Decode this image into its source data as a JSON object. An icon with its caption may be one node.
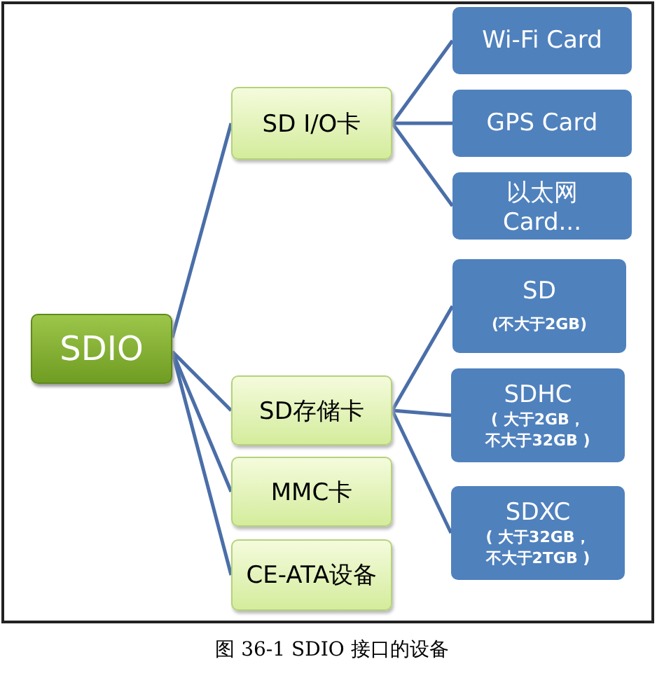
{
  "diagram": {
    "caption": "图 36-1 SDIO 接口的设备",
    "nodes": [
      {
        "text": [
          "SDIO"
        ]
      },
      {
        "text": [
          "SD I/O卡"
        ]
      },
      {
        "text": [
          "Wi-Fi Card"
        ]
      },
      {
        "text": [
          "GPS Card"
        ]
      },
      {
        "text": [
          "以太网 Card..."
        ]
      },
      {
        "text": [
          "SD存储卡"
        ]
      },
      {
        "text": [
          "SD",
          "(不大于2GB)"
        ]
      },
      {
        "text": [
          "SDHC",
          "( 大于2GB，不大于32GB )"
        ]
      },
      {
        "text": [
          "SDXC",
          "( 大于32GB，不大于2TGB )"
        ]
      },
      {
        "text": [
          "MMC卡"
        ]
      },
      {
        "text": [
          "CE-ATA设备"
        ]
      }
    ],
    "edges": [
      {
        "from": 0,
        "to": 1,
        "arrow": "none"
      },
      {
        "from": 0,
        "to": 5,
        "arrow": "none"
      },
      {
        "from": 0,
        "to": 9,
        "arrow": "none"
      },
      {
        "from": 0,
        "to": 10,
        "arrow": "none"
      },
      {
        "from": 1,
        "to": 2,
        "arrow": "none"
      },
      {
        "from": 1,
        "to": 3,
        "arrow": "none"
      },
      {
        "from": 1,
        "to": 4,
        "arrow": "none"
      },
      {
        "from": 5,
        "to": 6,
        "arrow": "none"
      },
      {
        "from": 5,
        "to": 7,
        "arrow": "none"
      },
      {
        "from": 5,
        "to": 8,
        "arrow": "none"
      }
    ]
  }
}
